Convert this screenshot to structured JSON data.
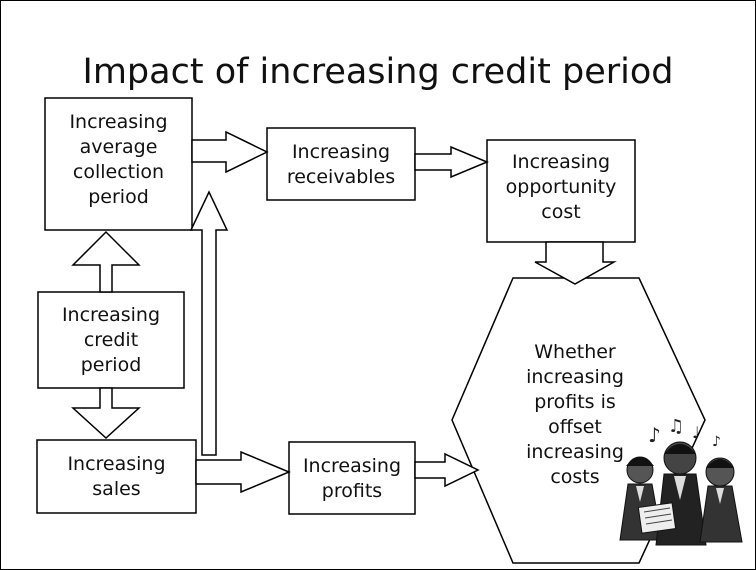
{
  "slide": {
    "title": "Impact of increasing credit period"
  },
  "nodes": {
    "avg_collection": "Increasing\naverage\ncollection\nperiod",
    "receivables": "Increasing\nreceivables",
    "opportunity_cost": "Increasing\nopportunity\ncost",
    "credit_period": "Increasing\ncredit\nperiod",
    "sales": "Increasing\nsales",
    "profits": "Increasing\nprofits",
    "decision": "Whether\nincreasing\nprofits is\noffset\nincreasing\ncosts"
  },
  "clipart": {
    "icon": "businesspeople-music-clipart-icon"
  },
  "colors": {
    "stroke": "#000000",
    "fill": "#ffffff",
    "text": "#111111"
  }
}
